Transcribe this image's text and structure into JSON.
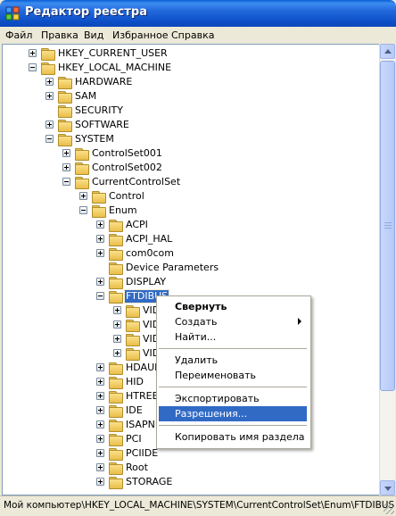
{
  "window": {
    "title": "Редактор реестра"
  },
  "menubar": [
    "Файл",
    "Правка",
    "Вид",
    "Избранное",
    "Справка"
  ],
  "tree": [
    {
      "label": "HKEY_CURRENT_USER",
      "level": 1,
      "toggle": "plus"
    },
    {
      "label": "HKEY_LOCAL_MACHINE",
      "level": 1,
      "toggle": "minus"
    },
    {
      "label": "HARDWARE",
      "level": 2,
      "toggle": "plus"
    },
    {
      "label": "SAM",
      "level": 2,
      "toggle": "plus"
    },
    {
      "label": "SECURITY",
      "level": 2,
      "toggle": "none"
    },
    {
      "label": "SOFTWARE",
      "level": 2,
      "toggle": "plus"
    },
    {
      "label": "SYSTEM",
      "level": 2,
      "toggle": "minus"
    },
    {
      "label": "ControlSet001",
      "level": 3,
      "toggle": "plus"
    },
    {
      "label": "ControlSet002",
      "level": 3,
      "toggle": "plus"
    },
    {
      "label": "CurrentControlSet",
      "level": 3,
      "toggle": "minus"
    },
    {
      "label": "Control",
      "level": 4,
      "toggle": "plus"
    },
    {
      "label": "Enum",
      "level": 4,
      "toggle": "minus"
    },
    {
      "label": "ACPI",
      "level": 5,
      "toggle": "plus"
    },
    {
      "label": "ACPI_HAL",
      "level": 5,
      "toggle": "plus"
    },
    {
      "label": "com0com",
      "level": 5,
      "toggle": "plus"
    },
    {
      "label": "Device Parameters",
      "level": 5,
      "toggle": "none"
    },
    {
      "label": "DISPLAY",
      "level": 5,
      "toggle": "plus"
    },
    {
      "label": "FTDIBUS",
      "level": 5,
      "toggle": "minus",
      "selected": true
    },
    {
      "label": "VID",
      "level": 6,
      "toggle": "plus"
    },
    {
      "label": "VID",
      "level": 6,
      "toggle": "plus"
    },
    {
      "label": "VID",
      "level": 6,
      "toggle": "plus"
    },
    {
      "label": "VID",
      "level": 6,
      "toggle": "plus"
    },
    {
      "label": "HDAUD",
      "level": 5,
      "toggle": "plus"
    },
    {
      "label": "HID",
      "level": 5,
      "toggle": "plus"
    },
    {
      "label": "HTREE",
      "level": 5,
      "toggle": "plus"
    },
    {
      "label": "IDE",
      "level": 5,
      "toggle": "plus"
    },
    {
      "label": "ISAPNP",
      "level": 5,
      "toggle": "plus"
    },
    {
      "label": "PCI",
      "level": 5,
      "toggle": "plus"
    },
    {
      "label": "PCIIDE",
      "level": 5,
      "toggle": "plus"
    },
    {
      "label": "Root",
      "level": 5,
      "toggle": "plus"
    },
    {
      "label": "STORAGE",
      "level": 5,
      "toggle": "plus"
    }
  ],
  "context_menu": {
    "items": [
      {
        "label": "Свернуть",
        "bold": true
      },
      {
        "label": "Создать",
        "submenu": true
      },
      {
        "label": "Найти..."
      },
      {
        "separator": true
      },
      {
        "label": "Удалить"
      },
      {
        "label": "Переименовать"
      },
      {
        "separator": true
      },
      {
        "label": "Экспортировать"
      },
      {
        "label": "Разрешения...",
        "highlighted": true
      },
      {
        "separator": true
      },
      {
        "label": "Копировать имя раздела"
      }
    ]
  },
  "status": {
    "path": "Мой компьютер\\HKEY_LOCAL_MACHINE\\SYSTEM\\CurrentControlSet\\Enum\\FTDIBUS"
  },
  "colors": {
    "title_bar": "#0b52d4",
    "selection": "#316ac5",
    "window_bg": "#ece9d8",
    "folder": "#f0c94f"
  }
}
